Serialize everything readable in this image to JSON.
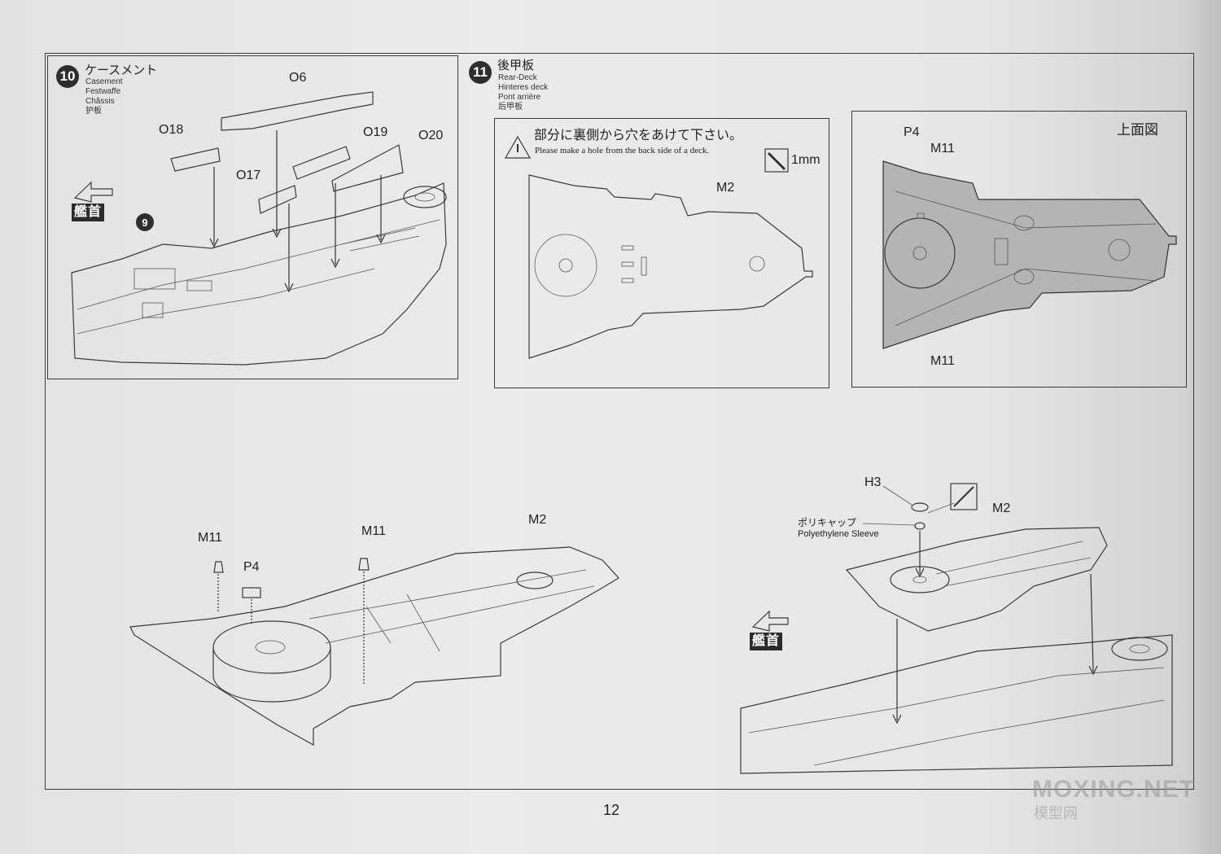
{
  "step10": {
    "num": "10",
    "title": "ケースメント",
    "sub": [
      "Casement",
      "Festwaffe",
      "Châssis",
      "护板"
    ],
    "parts": [
      "O6",
      "O18",
      "O19",
      "O20",
      "O17"
    ],
    "bow_label": "艦首",
    "ref_step": "9"
  },
  "step11": {
    "num": "11",
    "title": "後甲板",
    "sub": [
      "Rear-Deck",
      "Hinteres deck",
      "Pont arrière",
      "后甲板"
    ],
    "note_jp": "部分に裏側から穴をあけて下さい。",
    "note_en": "Please make a hole from the back side of a deck.",
    "drill_size": "1mm",
    "part_m2": "M2",
    "top_view": {
      "label": "上面図",
      "parts": [
        "P4",
        "M11",
        "M11"
      ]
    }
  },
  "bottom_left": {
    "parts": [
      "M11",
      "P4",
      "M11",
      "M2"
    ]
  },
  "bottom_right": {
    "h3": "H3",
    "m2": "M2",
    "poly_jp": "ポリキャップ",
    "poly_en": "Polyethylene Sleeve",
    "bow_label": "艦首"
  },
  "page_number": "12",
  "watermark": {
    "main": "MOXING.NET",
    "sub": "模型网"
  }
}
